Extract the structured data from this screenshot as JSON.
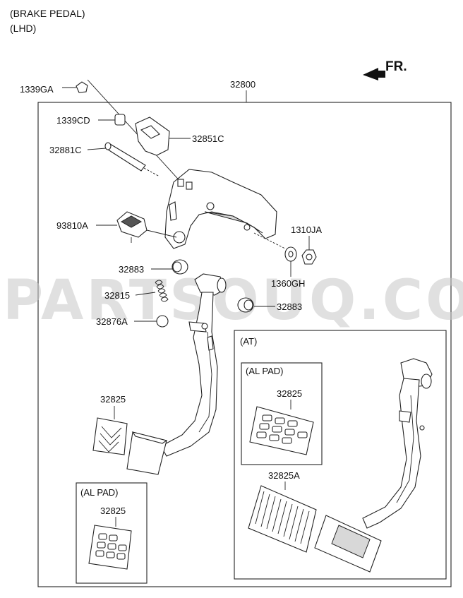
{
  "header": {
    "line1": "(BRAKE PEDAL)",
    "line2": "(LHD)"
  },
  "direction": {
    "label": "FR."
  },
  "watermark": "PARTSOUQ.COM",
  "labels": {
    "assembly": "32800",
    "p1339GA": "1339GA",
    "p1339CD": "1339CD",
    "p32851C": "32851C",
    "p32881C": "32881C",
    "p93810A": "93810A",
    "p1310JA": "1310JA",
    "p32883a": "32883",
    "p1360GH": "1360GH",
    "p32815": "32815",
    "p32883b": "32883",
    "p32876A": "32876A",
    "p32825a": "32825",
    "p32825b": "32825",
    "p32825c": "32825",
    "p32825A": "32825A"
  },
  "boxes": {
    "at": "(AT)",
    "al_pad_top": "(AL PAD)",
    "al_pad_bottom": "(AL PAD)"
  },
  "colors": {
    "line": "#222222",
    "watermark": "#c8c8c8"
  }
}
